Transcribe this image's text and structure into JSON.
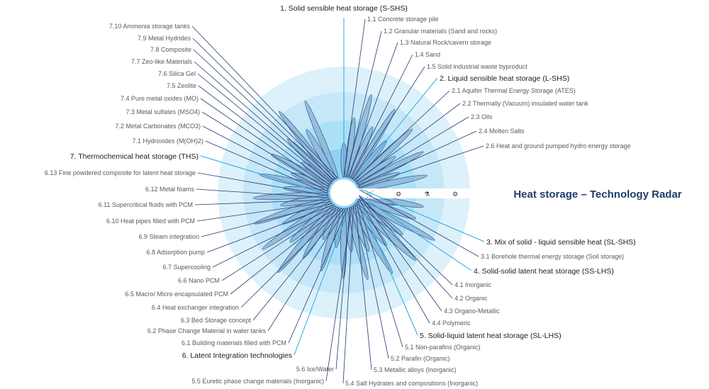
{
  "title": "Heat storage  – Technology Radar",
  "colors": {
    "ring_outer": "#ddf1fb",
    "ring_2": "#c6e7f8",
    "ring_3": "#ace0f7",
    "ring_inner": "#8fd3f3",
    "blade": "#8db6da",
    "blade_stroke": "#33567f",
    "line": "#243a6e",
    "category_line": "#29a9e6",
    "title": "#1f3d6b"
  },
  "ring_icons": [
    {
      "name": "cart-icon",
      "glyph": "🛒"
    },
    {
      "name": "gears-icon",
      "glyph": "⚙"
    },
    {
      "name": "flask-icon",
      "glyph": "⚗"
    },
    {
      "name": "gear-icon",
      "glyph": "⚙"
    }
  ],
  "categories": [
    {
      "label": "1. Solid sensible heat storage (S-SHS)",
      "items": [
        "1.1 Concrete storage pile",
        "1.2 Granular materials (Sand and rocks)",
        "1.3 Natural Rock/cavern storage",
        "1.4 Sand",
        "1.5 Solid industrial waste byproduct"
      ]
    },
    {
      "label": "2. Liquid sensible heat storage (L-SHS)",
      "items": [
        "2.1 Aquifer Thermal Energy Storage (ATES)",
        "2.2 Thermally (Vacuum) insulated water tank",
        "2.3 Oils",
        "2.4 Molten Salts",
        "2.6 Heat and ground pumped hydro energy storage"
      ]
    },
    {
      "label": "3. Mix of solid - liquid sensible heat (SL-SHS)",
      "items": [
        "3.1 Borehole thermal energy storage (Soil storage)"
      ]
    },
    {
      "label": "4. Solid-solid latent heat storage (SS-LHS)",
      "items": [
        "4.1 Inorganic",
        "4.2 Organic",
        "4.3 Organo-Metallic",
        "4.4 Polymeric"
      ]
    },
    {
      "label": "5. Solid-liquid latent heat storage (SL-LHS)",
      "items": [
        "5.1 Non-parafins (Organic)",
        "5.2 Parafin (Organic)",
        "5.3 Metallic alloys (Inorganic)",
        "5.4 Salt Hydrates and compositions (Inorganic)",
        "5.5 Euretic phase change materials (Inorganic)",
        "5.6 Ice/Water"
      ]
    },
    {
      "label": "6. Latent Integration technologies",
      "items": [
        "6.1 Building materials filled with PCM",
        "6.2 Phase Change Material in water tanks",
        "6.3 Bed Storage concept",
        "6.4 Heat exchanger integration",
        "6.5 Macro/ Micro encapsulated PCM",
        "6.6 Nano PCM",
        "6.7 Supercooling",
        "6.8 Adsorption pump",
        "6.9 Steam integration",
        "6.10 Heat pipes filled with PCM",
        "6.11 Supercritical fluids with PCM",
        "6.12 Metal foams",
        "6.13 Fine powdered composite for latent heat storage"
      ]
    },
    {
      "label": "7. Thermochemical heat storage (THS)",
      "items": [
        "7.1 Hydroxides (M(OH)2)",
        "7.2 Metal Carbonates (MCO3)",
        "7.3 Metal sulfates (MSO4)",
        "7.4 Pure metal oxides (MO)",
        "7.5 Zeolite",
        "7.6 Silica Gel",
        "7.7 Zeo-like Materials",
        "7.8 Composite",
        "7.9 Metal Hydrides",
        "7.10 Ammonia storage tanks"
      ]
    }
  ]
}
